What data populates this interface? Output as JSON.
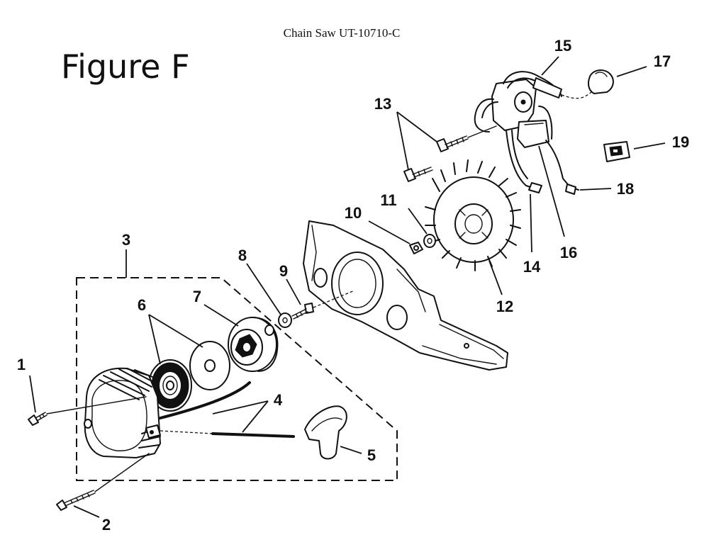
{
  "header": {
    "document_title": "Chain Saw UT-10710-C",
    "figure_title": "Figure F"
  },
  "callouts": [
    "1",
    "2",
    "3",
    "4",
    "5",
    "6",
    "7",
    "8",
    "9",
    "10",
    "11",
    "12",
    "13",
    "14",
    "15",
    "16",
    "17",
    "18",
    "19"
  ]
}
